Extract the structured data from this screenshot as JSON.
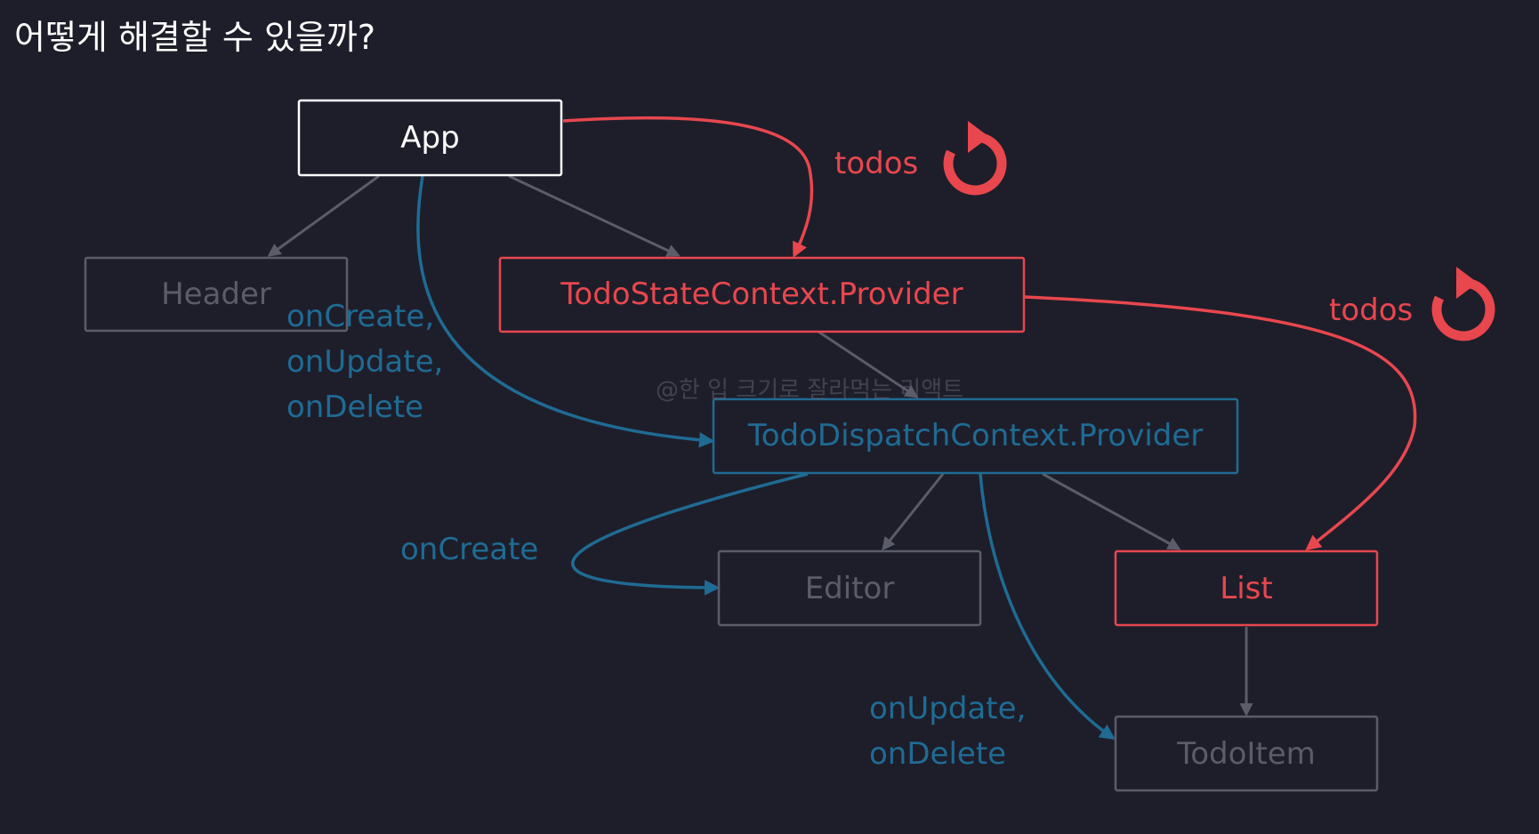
{
  "title": "어떻게 해결할 수 있을까?",
  "watermark": "@한 입 크기로 잘라먹는 리액트",
  "colors": {
    "background": "#1e1e2a",
    "active": "#e8474e",
    "dispatch": "#1f6b94",
    "dimmed": "#5b5c69",
    "highlight": "#ffffff"
  },
  "nodes": {
    "app": "App",
    "header": "Header",
    "state_provider": "TodoStateContext.Provider",
    "dispatch_provider": "TodoDispatchContext.Provider",
    "editor": "Editor",
    "list": "List",
    "todoitem": "TodoItem"
  },
  "edge_labels": {
    "todos_state": "todos",
    "todos_list": "todos",
    "app_dispatch": [
      "onCreate,",
      "onUpdate,",
      "onDelete"
    ],
    "editor": "onCreate",
    "todoitem": [
      "onUpdate,",
      "onDelete"
    ]
  },
  "icons": [
    "rerender-icon",
    "rerender-icon"
  ]
}
